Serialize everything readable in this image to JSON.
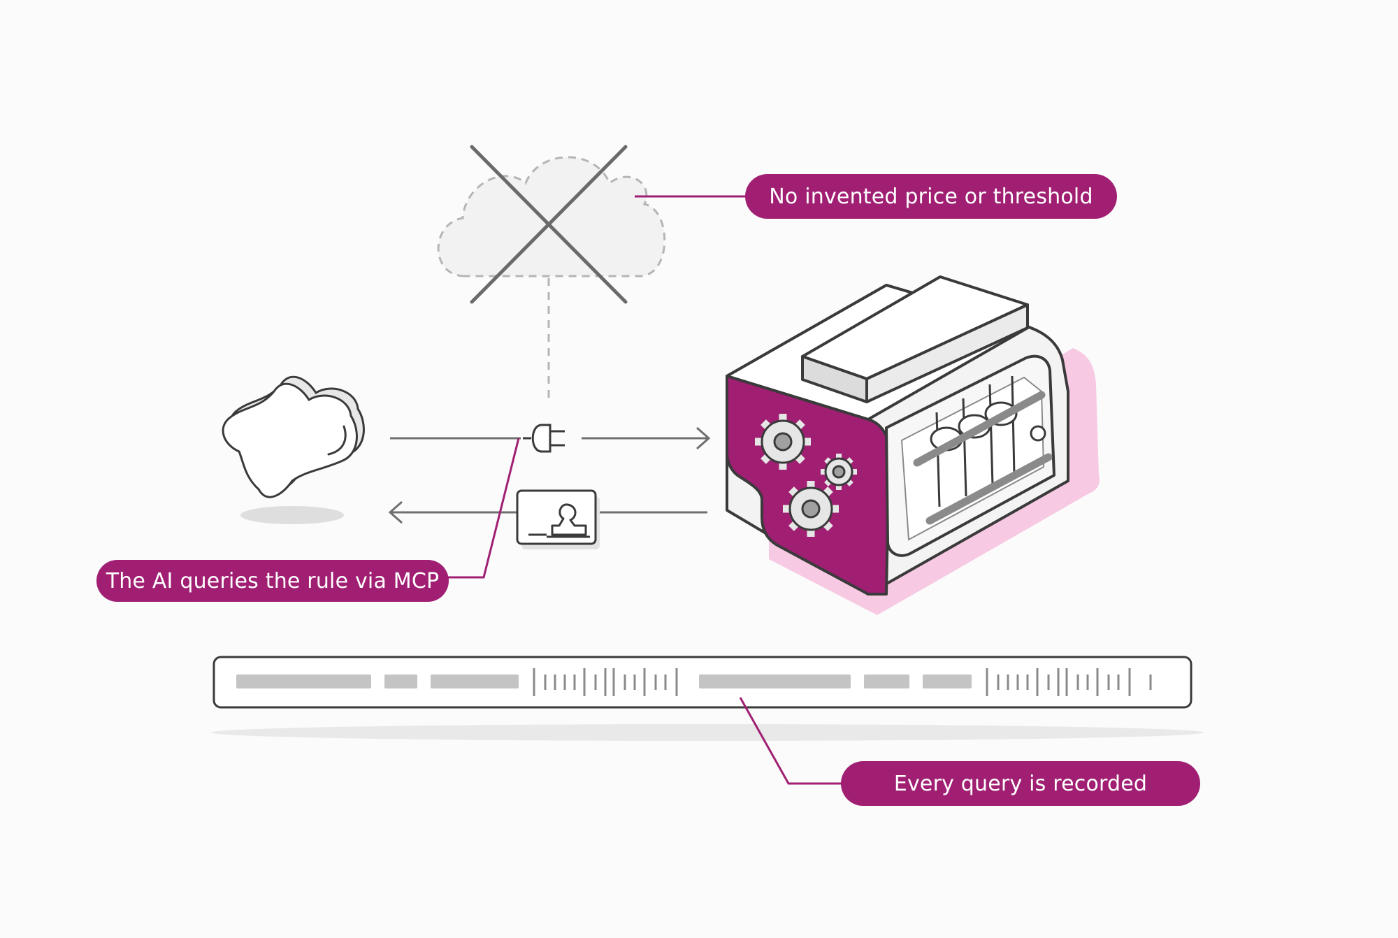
{
  "colors": {
    "accent": "#a01f73",
    "accent_light": "#f7c9e2",
    "line": "#6f6f6f",
    "outline": "#3a3a3a",
    "fill_light": "#f1f1f1",
    "bar_grey": "#c4c4c4"
  },
  "callouts": {
    "no_invented": "No invented price or threshold",
    "ai_queries": "The AI queries the rule via MCP",
    "every_query": "Every query is recorded"
  },
  "icons": {
    "cloud": "crossed-out-cloud-icon",
    "assistant": "ai-blob-icon",
    "connector": "plug-icon",
    "response": "stamp-card-icon",
    "engine": "rule-engine-machine-icon",
    "log": "audit-log-bar-icon"
  }
}
